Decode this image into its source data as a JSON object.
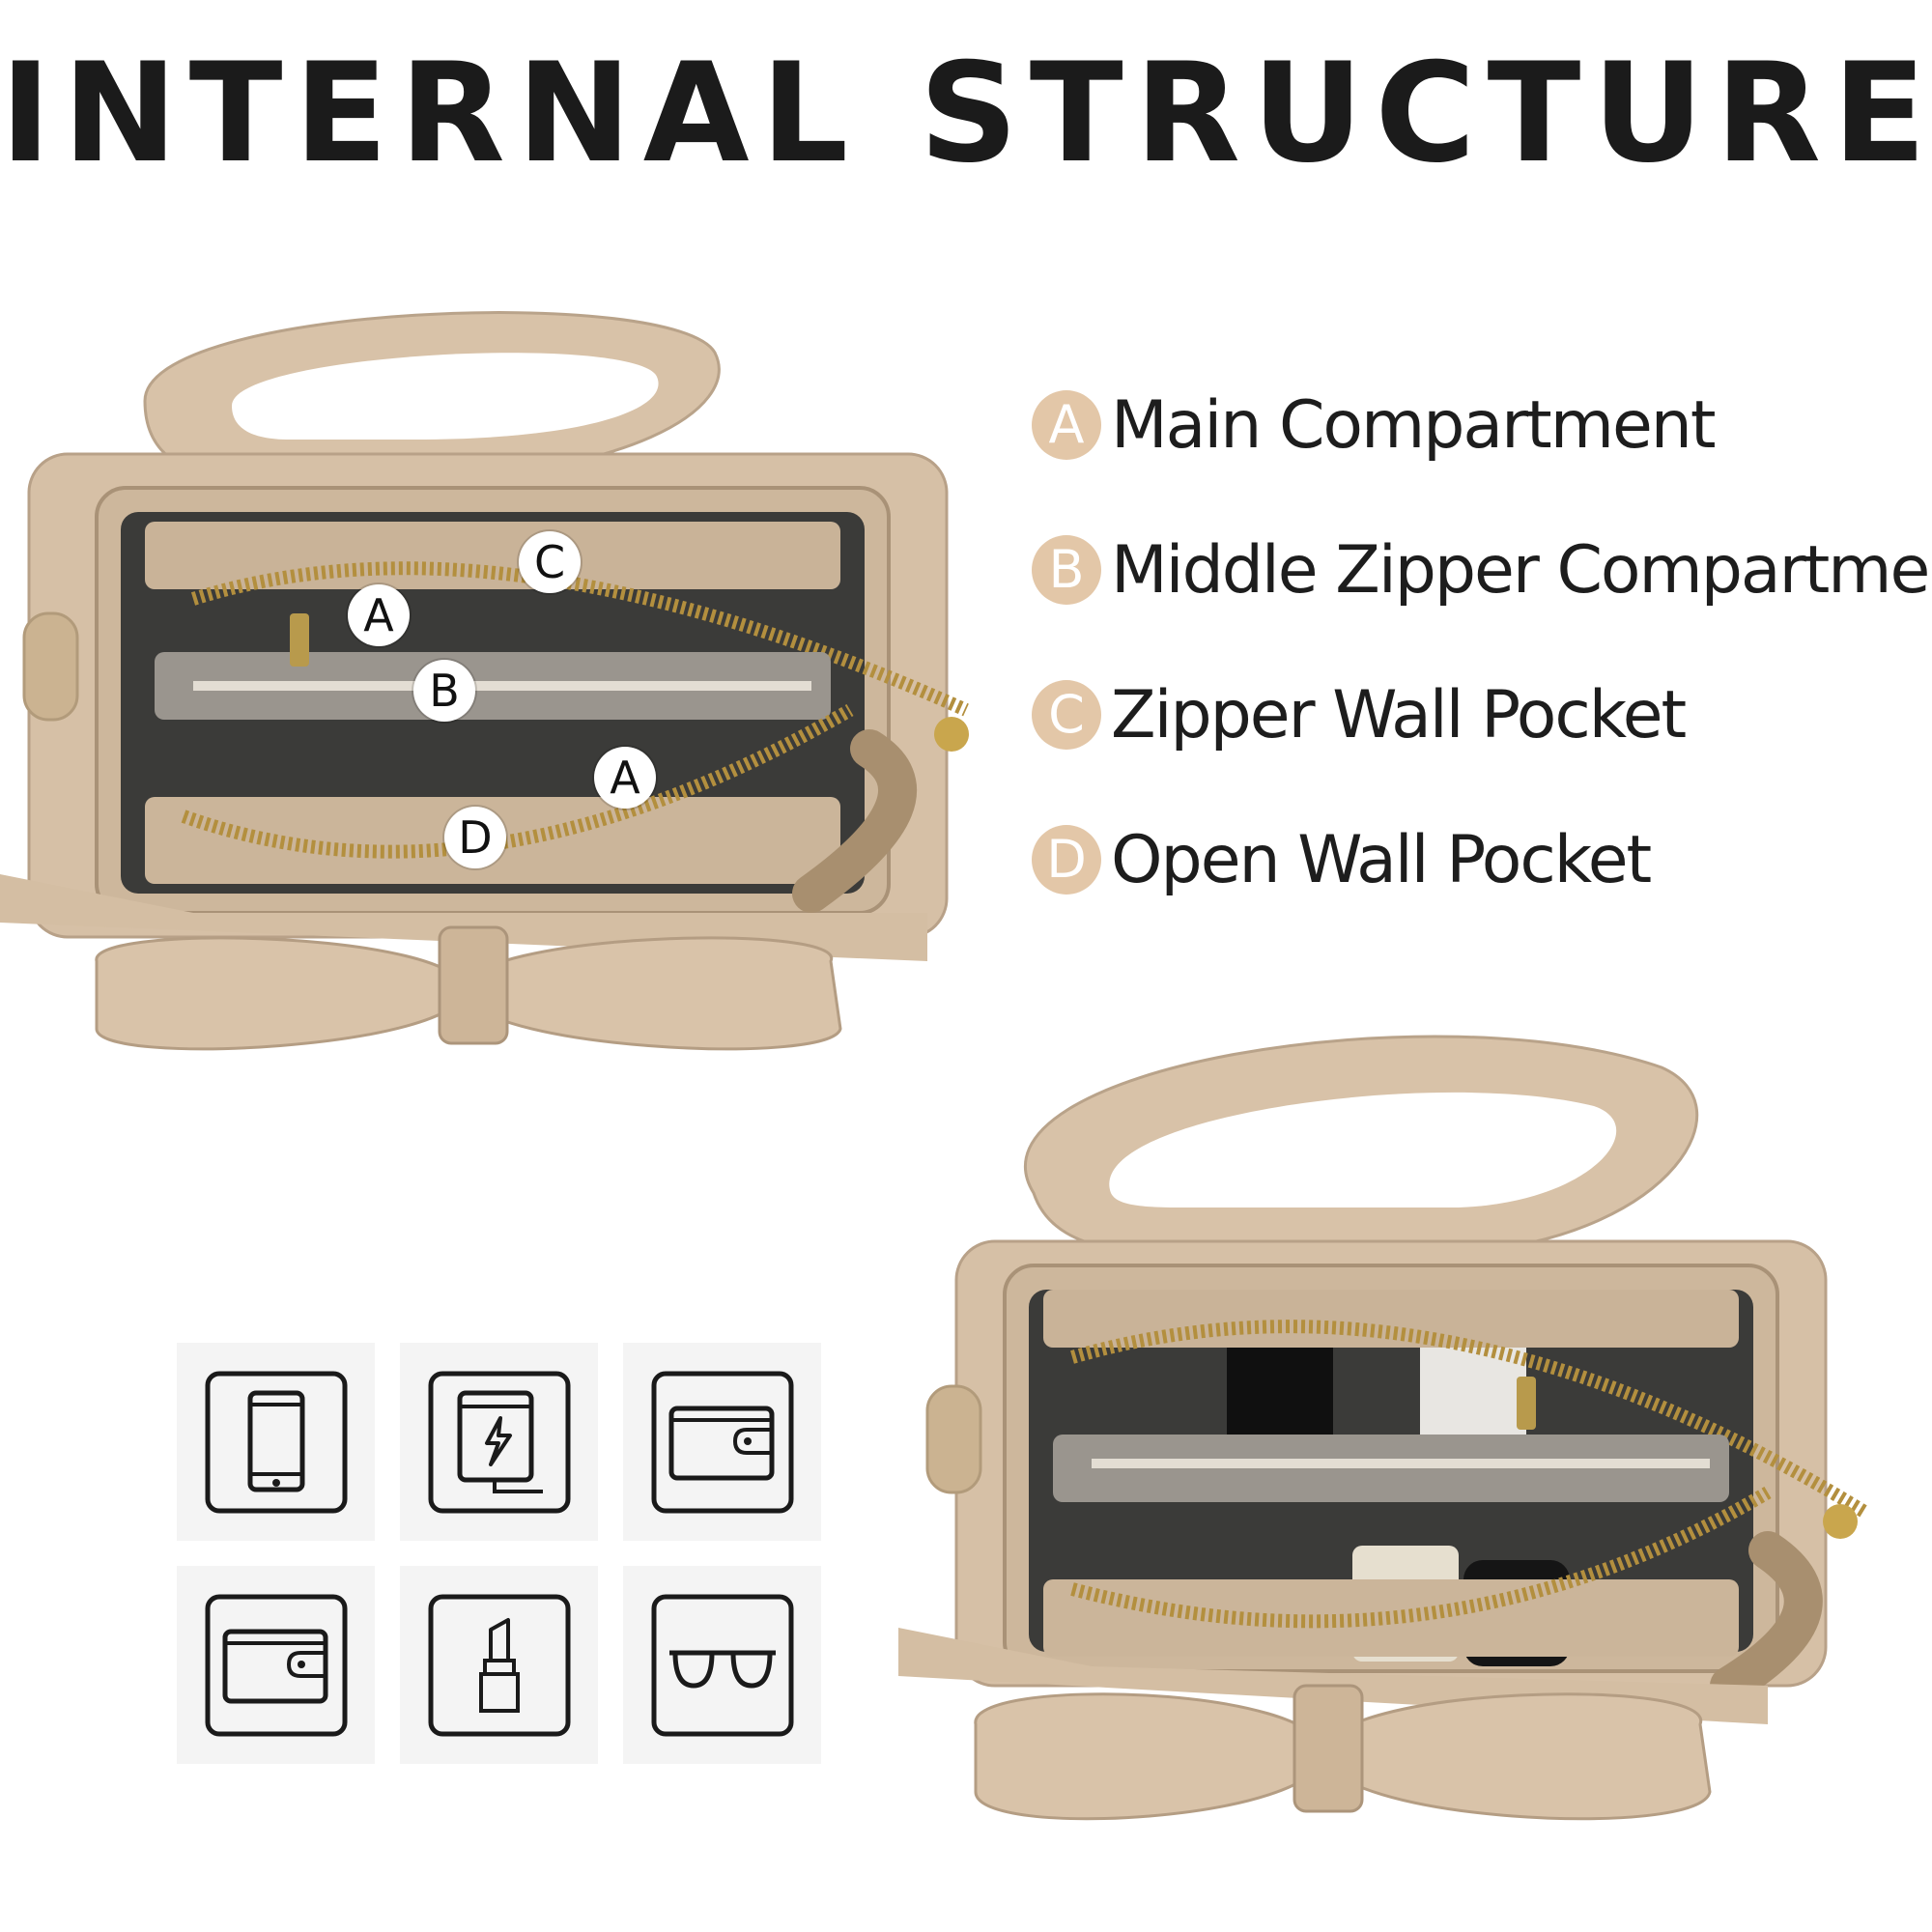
{
  "title": "INTERNAL STRUCTURE",
  "legend": [
    {
      "letter": "A",
      "label": "Main Compartment"
    },
    {
      "letter": "B",
      "label": "Middle Zipper Compartment"
    },
    {
      "letter": "C",
      "label": "Zipper Wall Pocket"
    },
    {
      "letter": "D",
      "label": "Open Wall Pocket"
    }
  ],
  "photo_markers": {
    "c": "C",
    "a_top": "A",
    "b": "B",
    "a_bottom": "A",
    "d": "D"
  },
  "icons": [
    "phone-icon",
    "power-bank-icon",
    "wallet-icon",
    "card-wallet-icon",
    "lipstick-icon",
    "sunglasses-icon"
  ],
  "colors": {
    "badge": "#e3c7a8",
    "leather": "#d9c4ab",
    "lining": "#3a3a38"
  }
}
